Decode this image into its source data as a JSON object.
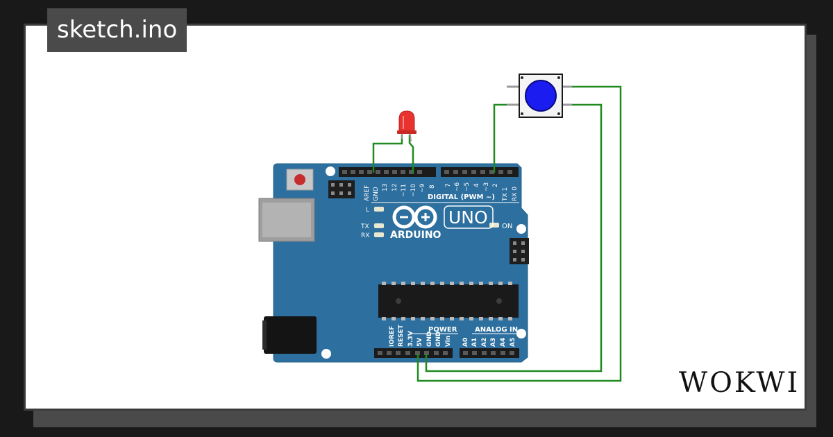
{
  "header": {
    "filename": "sketch.ino"
  },
  "brand": {
    "logo_text": "WOKWI"
  },
  "board": {
    "model": "UNO",
    "maker": "ARDUINO",
    "on_label": "ON",
    "leds": {
      "l": "L",
      "tx": "TX",
      "rx": "RX"
    },
    "digital_header_label": "DIGITAL (PWM ~)",
    "digital_pins_left": [
      "AREF",
      "GND",
      "13",
      "12",
      "~11",
      "~10",
      "~9",
      "8"
    ],
    "digital_pins_right": [
      "7",
      "~6",
      "~5",
      "4",
      "~3",
      "2",
      "TX 1",
      "RX 0"
    ],
    "power_label": "POWER",
    "power_pins": [
      "IOREF",
      "RESET",
      "3.3V",
      "5V",
      "GND",
      "GND",
      "Vin"
    ],
    "analog_label": "ANALOG IN",
    "analog_pins": [
      "A0",
      "A1",
      "A2",
      "A3",
      "A4",
      "A5"
    ]
  },
  "components": {
    "led": {
      "color": "#e8322e"
    },
    "button": {
      "color": "#1a1cf0"
    },
    "wire_color": "#1f8a1f"
  }
}
